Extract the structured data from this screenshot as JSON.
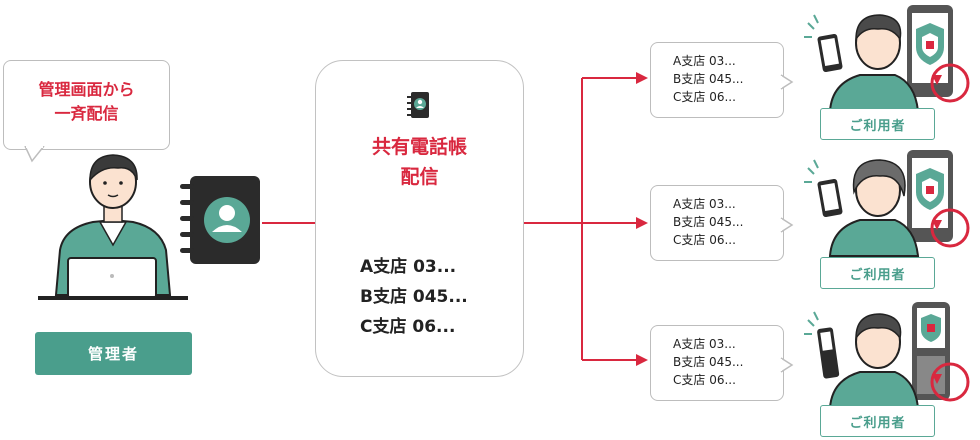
{
  "admin": {
    "bubble_line1": "管理画面から",
    "bubble_line2": "一斉配信",
    "label": "管理者"
  },
  "center": {
    "title_line1": "共有電話帳",
    "title_line2": "配信",
    "entries": [
      "A支店 03...",
      "B支店 045...",
      "C支店 06..."
    ]
  },
  "recipients": [
    {
      "entries": [
        "A支店 03...",
        "B支店 045...",
        "C支店 06..."
      ],
      "label": "ご利用者",
      "device": "smartphone"
    },
    {
      "entries": [
        "A支店 03...",
        "B支店 045...",
        "C支店 06..."
      ],
      "label": "ご利用者",
      "device": "smartphone"
    },
    {
      "entries": [
        "A支店 03...",
        "B支店 045...",
        "C支店 06..."
      ],
      "label": "ご利用者",
      "device": "feature-phone"
    }
  ],
  "colors": {
    "accent_red": "#d9283f",
    "teal": "#4a9e8c",
    "dark": "#222222"
  }
}
